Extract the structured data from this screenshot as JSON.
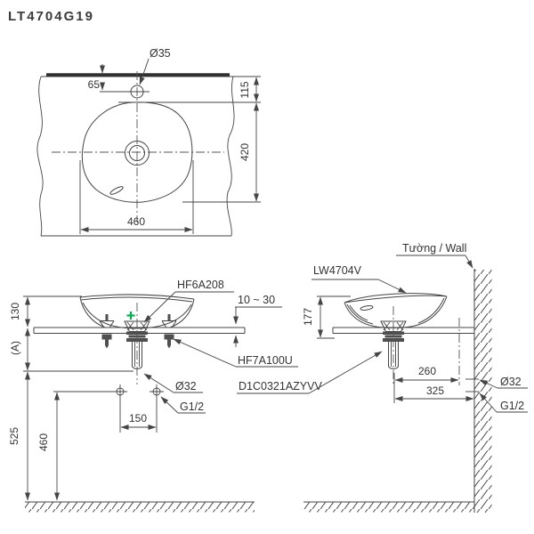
{
  "title": "LT4704G19",
  "colors": {
    "line": "#454545",
    "text": "#333333",
    "accent_green": "#00b050"
  },
  "top_view": {
    "hole_dia": "Ø35",
    "hole_offset": "65",
    "back_to_basin": "115",
    "basin_depth": "420",
    "basin_width": "460"
  },
  "front_view": {
    "drain_label": "HF6A208",
    "counter_thickness": "10 ~ 30",
    "fixing_label": "HF7A100U",
    "bowl_height": "130",
    "counter_to_drain": "(A)",
    "drain_dia": "Ø32",
    "supply_thread": "G1/2",
    "supply_spacing": "150",
    "drain_outlet_height": "525",
    "supply_height": "460"
  },
  "side_view": {
    "wall_label": "Tường / Wall",
    "basin_label": "LW4704V",
    "trap_label": "D1C0321AZYVV",
    "bowl_height": "177",
    "drain_to_faucet": "260",
    "drain_to_wall": "325",
    "drain_dia": "Ø32",
    "supply_thread": "G1/2"
  }
}
